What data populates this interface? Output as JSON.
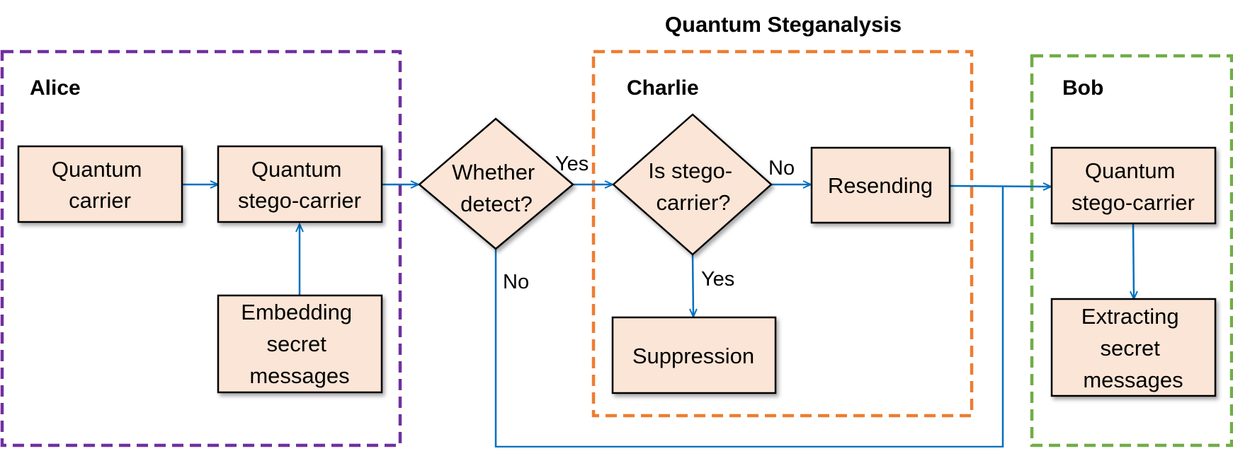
{
  "title": "Quantum Steganalysis",
  "colors": {
    "alice_border": "#7030A0",
    "charlie_border": "#ED7D31",
    "bob_border": "#70AD47",
    "box_fill": "#FBE5D6",
    "box_stroke": "#000000",
    "arrow": "#0070C0",
    "text": "#000000"
  },
  "regions": {
    "alice": {
      "label": "Alice"
    },
    "charlie": {
      "label": "Charlie"
    },
    "bob": {
      "label": "Bob"
    }
  },
  "nodes": {
    "quantum_carrier": [
      "Quantum",
      "carrier"
    ],
    "alice_stego_carrier": [
      "Quantum",
      "stego-carrier"
    ],
    "embedding": [
      "Embedding",
      "secret",
      "messages"
    ],
    "whether_detect": [
      "Whether",
      "detect?"
    ],
    "is_stego_carrier": [
      "Is stego-",
      "carrier?"
    ],
    "resending": [
      "Resending"
    ],
    "suppression": [
      "Suppression"
    ],
    "bob_stego_carrier": [
      "Quantum",
      "stego-carrier"
    ],
    "extracting": [
      "Extracting",
      "secret",
      "messages"
    ]
  },
  "edge_labels": {
    "detect_yes": "Yes",
    "detect_no": "No",
    "stego_no": "No",
    "stego_yes": "Yes"
  }
}
